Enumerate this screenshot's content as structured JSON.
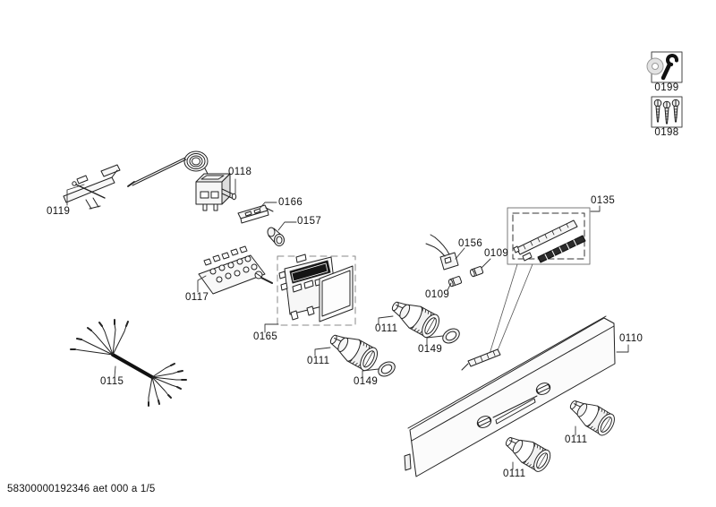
{
  "document": {
    "footer_code": "58300000192346 aet 000 a 1/5"
  },
  "legend": {
    "tool_box_label": "0199",
    "screws_box_label": "0198"
  },
  "part_labels": {
    "p0109": "0109",
    "p0110": "0110",
    "p0111": "0111",
    "p0115": "0115",
    "p0117": "0117",
    "p0118": "0118",
    "p0119": "0119",
    "p0135": "0135",
    "p0149": "0149",
    "p0156": "0156",
    "p0157": "0157",
    "p0165": "0165",
    "p0166": "0166"
  },
  "colors": {
    "ink": "#1a1a1a",
    "background": "#ffffff",
    "shade_light": "#f2f2f2",
    "display_dark": "#151515"
  }
}
